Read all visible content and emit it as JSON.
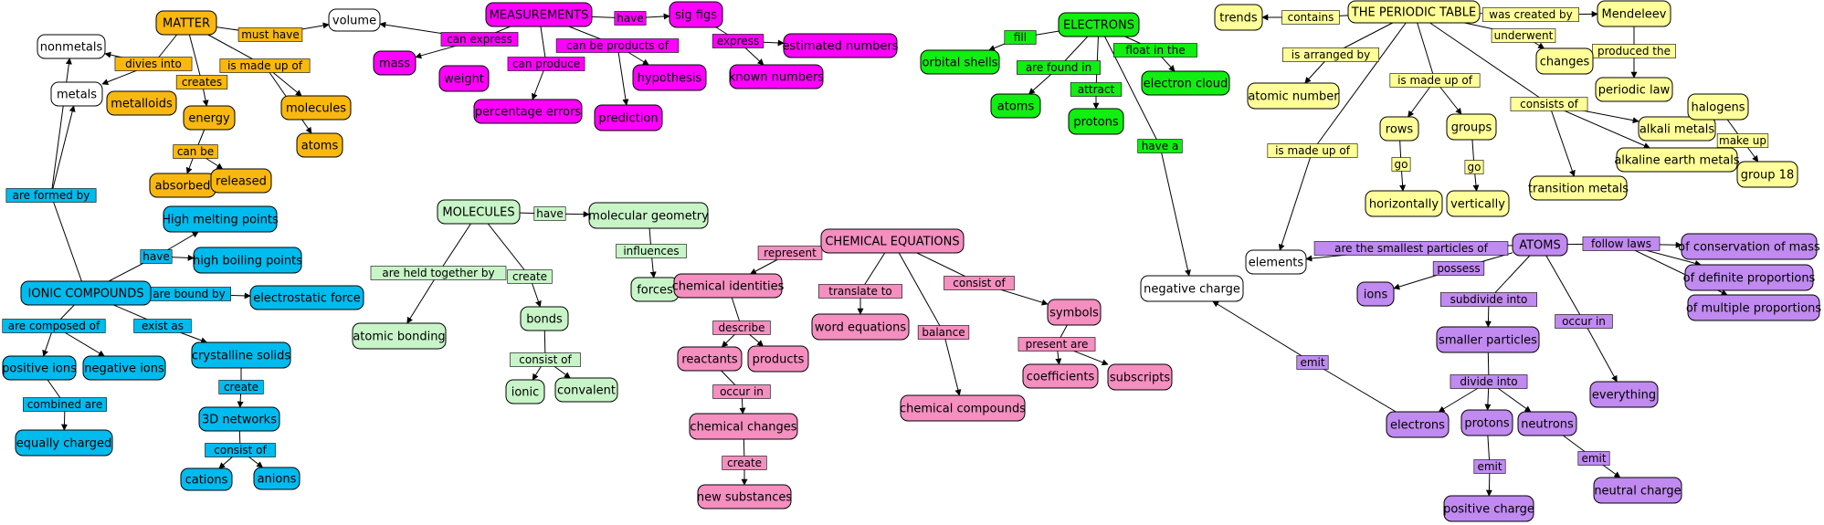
{
  "colors": {
    "white": "#ffffff",
    "orange": "#f9b80f",
    "magenta": "#ff00ff",
    "green": "#11ee11",
    "yellow": "#ffff99",
    "cyan": "#00bbee",
    "lightgreen": "#c8f5c8",
    "pink": "#f48fbf",
    "purple": "#c08af0"
  },
  "nodes": {
    "volume": "volume",
    "matter": "MATTER",
    "nonmetals": "nonmetals",
    "metals": "metals",
    "metalloids": "metalloids",
    "energy": "energy",
    "molecules_m": "molecules",
    "atoms_m": "atoms",
    "absorbed": "absorbed",
    "released": "released",
    "measurements": "MEASUREMENTS",
    "mass": "mass",
    "weight": "weight",
    "pct_errors": "percentage errors",
    "sig_figs": "sig figs",
    "hypothesis": "hypothesis",
    "prediction": "prediction",
    "estimated": "estimated numbers",
    "known": "known numbers",
    "electrons_c": "ELECTRONS",
    "orbital": "orbital shells",
    "atoms_e": "atoms",
    "protons_e": "protons",
    "cloud": "electron cloud",
    "negative_charge": "negative charge",
    "trends": "trends",
    "periodic_table": "THE PERIODIC TABLE",
    "mendeleev": "Mendeleev",
    "changes": "changes",
    "periodic_law": "periodic law",
    "atomic_number": "atomic number",
    "rows": "rows",
    "groups": "groups",
    "horizontally": "horizontally",
    "vertically": "vertically",
    "alkali": "alkali metals",
    "alkaline": "alkaline earth metals",
    "transition": "transition metals",
    "halogens": "halogens",
    "group18": "group 18",
    "elements": "elements",
    "ionic": "IONIC COMPOUNDS",
    "high_melting": "High melting points",
    "high_boiling": "high boiling points",
    "electrostatic": "electrostatic force",
    "crystalline": "crystalline solids",
    "positive_ions": "positive ions",
    "negative_ions": "negative ions",
    "networks": "3D networks",
    "equally": "equally charged",
    "cations": "cations",
    "anions": "anions",
    "molecules_c": "MOLECULES",
    "mol_geometry": "molecular geometry",
    "forces": "forces",
    "atomic_bonding": "atomic bonding",
    "bonds": "bonds",
    "ionic_b": "ionic",
    "convalent": "convalent",
    "chem_eq": "CHEMICAL EQUATIONS",
    "chem_identities": "chemical identities",
    "word_eq": "word equations",
    "symbols": "symbols",
    "reactants": "reactants",
    "products": "products",
    "chem_changes": "chemical changes",
    "new_subst": "new substances",
    "chem_compounds": "chemical compounds",
    "coefficients": "coefficients",
    "subscripts": "subscripts",
    "atoms_c": "ATOMS",
    "ions": "ions",
    "smaller": "smaller particles",
    "everything": "everything",
    "electrons_a": "electrons",
    "protons_a": "protons",
    "neutrons": "neutrons",
    "positive_charge": "positive charge",
    "neutral_charge": "neutral charge",
    "cons_mass": "of conservation of mass",
    "def_prop": "of definite proportions",
    "mult_prop": "of multiple proportions"
  },
  "links": {
    "must_have": "must have",
    "divies_into": "divies into",
    "creates": "creates",
    "is_made_up_of_m": "is made up of",
    "can_be": "can be",
    "can_express": "can express",
    "can_produce": "can produce",
    "have_meas": "have",
    "can_be_products_of": "can be products of",
    "express": "express",
    "fill": "fill",
    "are_found_in": "are found in",
    "attract": "attract",
    "float_in_the": "float in the",
    "have_a": "have a",
    "contains": "contains",
    "was_created_by": "was created by",
    "underwent": "underwent",
    "produced_the": "produced the",
    "is_arranged_by": "is arranged by",
    "is_made_up_of_pt": "is made up of",
    "is_made_up_of_pt2": "is made up of",
    "go_rows": "go",
    "go_groups": "go",
    "consists_of_pt": "consists of",
    "make_up": "make up",
    "are_formed_by": "are formed by",
    "have_ionic": "have",
    "are_bound_by": "are bound by",
    "are_composed_of": "are composed of",
    "exist_as": "exist as",
    "create_net": "create",
    "combined_are": "combined are",
    "consist_of_net": "consist of",
    "have_mol": "have",
    "influences": "influences",
    "are_held_together_by": "are held together by",
    "create_bonds": "create",
    "consist_of_bonds": "consist of",
    "represent": "represent",
    "translate_to": "translate to",
    "consist_of_eq": "consist of",
    "balance": "balance",
    "describe": "describe",
    "occur_in_eq": "occur in",
    "create_new": "create",
    "present_are": "present are",
    "are_smallest": "are the smallest particles of",
    "possess": "possess",
    "subdivide_into": "subdivide into",
    "occur_in_atoms": "occur in",
    "follow_laws": "follow laws",
    "divide_into": "divide into",
    "emit_e": "emit",
    "emit_p": "emit",
    "emit_n": "emit"
  }
}
